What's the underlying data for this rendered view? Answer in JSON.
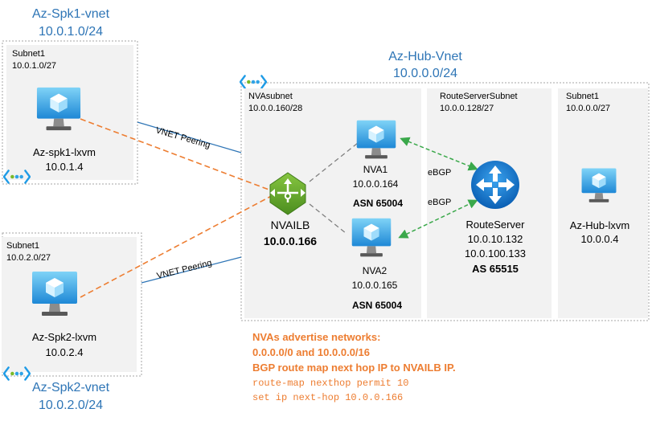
{
  "spk1": {
    "title": "Az-Spk1-vnet",
    "cidr": "10.0.1.0/24",
    "subnet_name": "Subnet1",
    "subnet_cidr": "10.0.1.0/27",
    "vm_name": "Az-spk1-lxvm",
    "vm_ip": "10.0.1.4"
  },
  "spk2": {
    "title": "Az-Spk2-vnet",
    "cidr": "10.0.2.0/24",
    "subnet_name": "Subnet1",
    "subnet_cidr": "10.0.2.0/27",
    "vm_name": "Az-Spk2-lxvm",
    "vm_ip": "10.0.2.4"
  },
  "hub": {
    "title": "Az-Hub-Vnet",
    "cidr": "10.0.0.0/24",
    "nva_subnet": {
      "name": "NVAsubnet",
      "cidr": "10.0.0.160/28"
    },
    "rs_subnet": {
      "name": "RouteServerSubnet",
      "cidr": "10.0.0.128/27"
    },
    "subnet1": {
      "name": "Subnet1",
      "cidr": "10.0.0.0/27"
    },
    "nvailb": {
      "name": "NVAILB",
      "ip": "10.0.0.166"
    },
    "nva1": {
      "name": "NVA1",
      "ip": "10.0.0.164",
      "asn": "ASN 65004"
    },
    "nva2": {
      "name": "NVA2",
      "ip": "10.0.0.165",
      "asn": "ASN 65004"
    },
    "route_server": {
      "name": "RouteServer",
      "ip1": "10.0.10.132",
      "ip2": "10.0.100.133",
      "asn": "AS 65515"
    },
    "hub_vm": {
      "name": "Az-Hub-lxvm",
      "ip": "10.0.0.4"
    }
  },
  "links": {
    "peering_top": "VNET Peering",
    "peering_bottom": "VNET Peering",
    "ebgp_top": "eBGP",
    "ebgp_bottom": "eBGP"
  },
  "notes": {
    "line1": "NVAs advertise networks:",
    "line2": "0.0.0.0/0 and 10.0.0.0/16",
    "line3": "BGP route map next hop IP to NVAILB IP.",
    "code1": "route-map nexthop permit 10",
    "code2": "set ip next-hop 10.0.0.166"
  },
  "colors": {
    "azure_blue": "#2e75b6",
    "orange": "#ed7d31",
    "bgp_green": "#3aa84a",
    "box_fill": "#f2f2f2",
    "box_border": "#a6a6a6"
  }
}
